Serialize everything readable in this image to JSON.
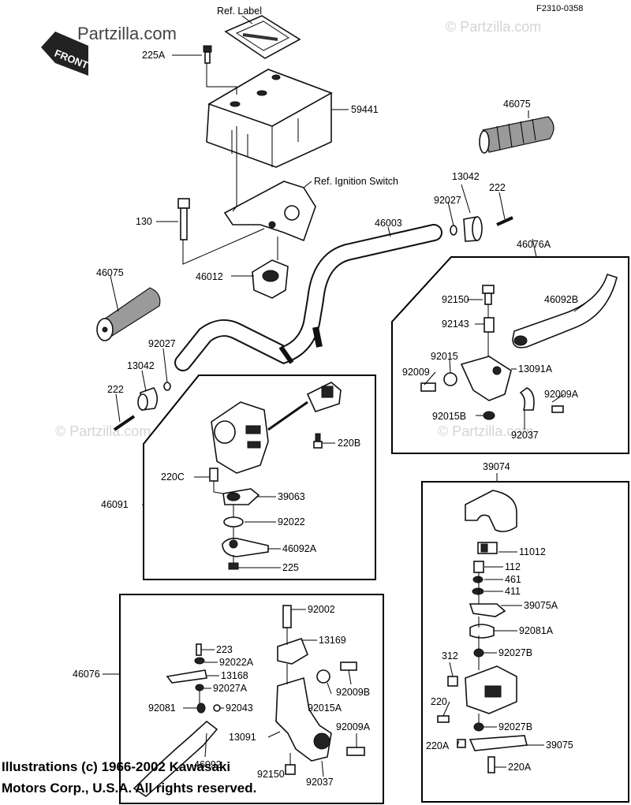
{
  "header": {
    "figure_code": "F2310-0358",
    "brand_watermark": "Partzilla.com",
    "front_badge": "FRONT",
    "watermark_text": "© Partzilla.com"
  },
  "labels": {
    "ref_label": "Ref. Label",
    "p225A": "225A",
    "p59441": "59441",
    "p46075_top": "46075",
    "ref_ignition": "Ref. Ignition Switch",
    "p130": "130",
    "p13042_top": "13042",
    "p92027_top": "92027",
    "p222_top": "222",
    "p46003": "46003",
    "p46076A": "46076A",
    "p46012": "46012",
    "p46075_left": "46075",
    "p92150": "92150",
    "p46092B": "46092B",
    "p92143": "92143",
    "p92027_left": "92027",
    "p92015": "92015",
    "p13042_left": "13042",
    "p92009": "92009",
    "p13091A": "13091A",
    "p222_left": "222",
    "p92009A_r": "92009A",
    "p92015B": "92015B",
    "p92037_r": "92037",
    "p220B": "220B",
    "p220C": "220C",
    "p46091": "46091",
    "p39063": "39063",
    "p92022": "92022",
    "p46092A": "46092A",
    "p225": "225",
    "p39074": "39074",
    "p11012": "11012",
    "p112": "112",
    "p461": "461",
    "p411": "411",
    "p39075A": "39075A",
    "p92081A": "92081A",
    "p312": "312",
    "p92027B_1": "92027B",
    "p220": "220",
    "p92027B_2": "92027B",
    "p220A_1": "220A",
    "p39075": "39075",
    "p220A_2": "220A",
    "p92002": "92002",
    "p13169": "13169",
    "p223": "223",
    "p92022A": "92022A",
    "p46076": "46076",
    "p13168": "13168",
    "p92027A": "92027A",
    "p92009B": "92009B",
    "p92015A": "92015A",
    "p92081": "92081",
    "p92043": "92043",
    "p92009A_b": "92009A",
    "p13091": "13091",
    "p46092": "46092",
    "p92150_b": "92150",
    "p92037_b": "92037"
  },
  "footer": {
    "credit_line1": "Illustrations (c) 1966-2002 Kawasaki",
    "credit_line2": "Motors Corp., U.S.A.  All rights reserved."
  }
}
